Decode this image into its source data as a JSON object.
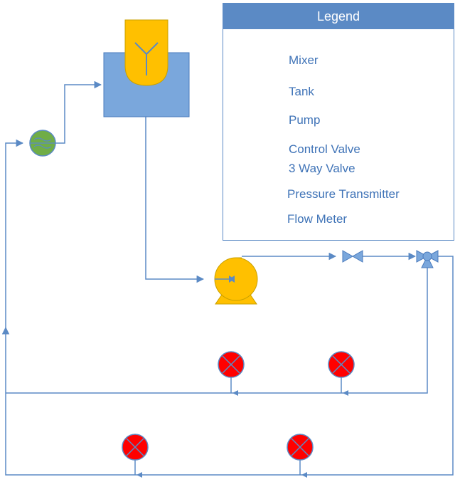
{
  "legend": {
    "title": "Legend",
    "items": [
      {
        "label": "Mixer",
        "icon": "mixer-icon"
      },
      {
        "label": "Tank",
        "icon": "tank-icon"
      },
      {
        "label": "Pump",
        "icon": "pump-icon"
      },
      {
        "label": "Control Valve",
        "icon": "control-valve-icon"
      },
      {
        "label": "3 Way Valve",
        "icon": "three-way-valve-icon"
      },
      {
        "label": "Pressure Transmitter",
        "icon": "pressure-transmitter-icon"
      },
      {
        "label": "Flow Meter",
        "icon": "flow-meter-icon"
      }
    ]
  },
  "colors": {
    "line": "#5b8ac5",
    "tank_fill": "#7aa7dc",
    "mixer_fill": "#ffc000",
    "pump_fill": "#ffc000",
    "pt_fill": "#ff0000",
    "flow_meter_fill": "#70ad47",
    "legend_header": "#5b8ac5",
    "legend_text": "#3f73b7"
  }
}
